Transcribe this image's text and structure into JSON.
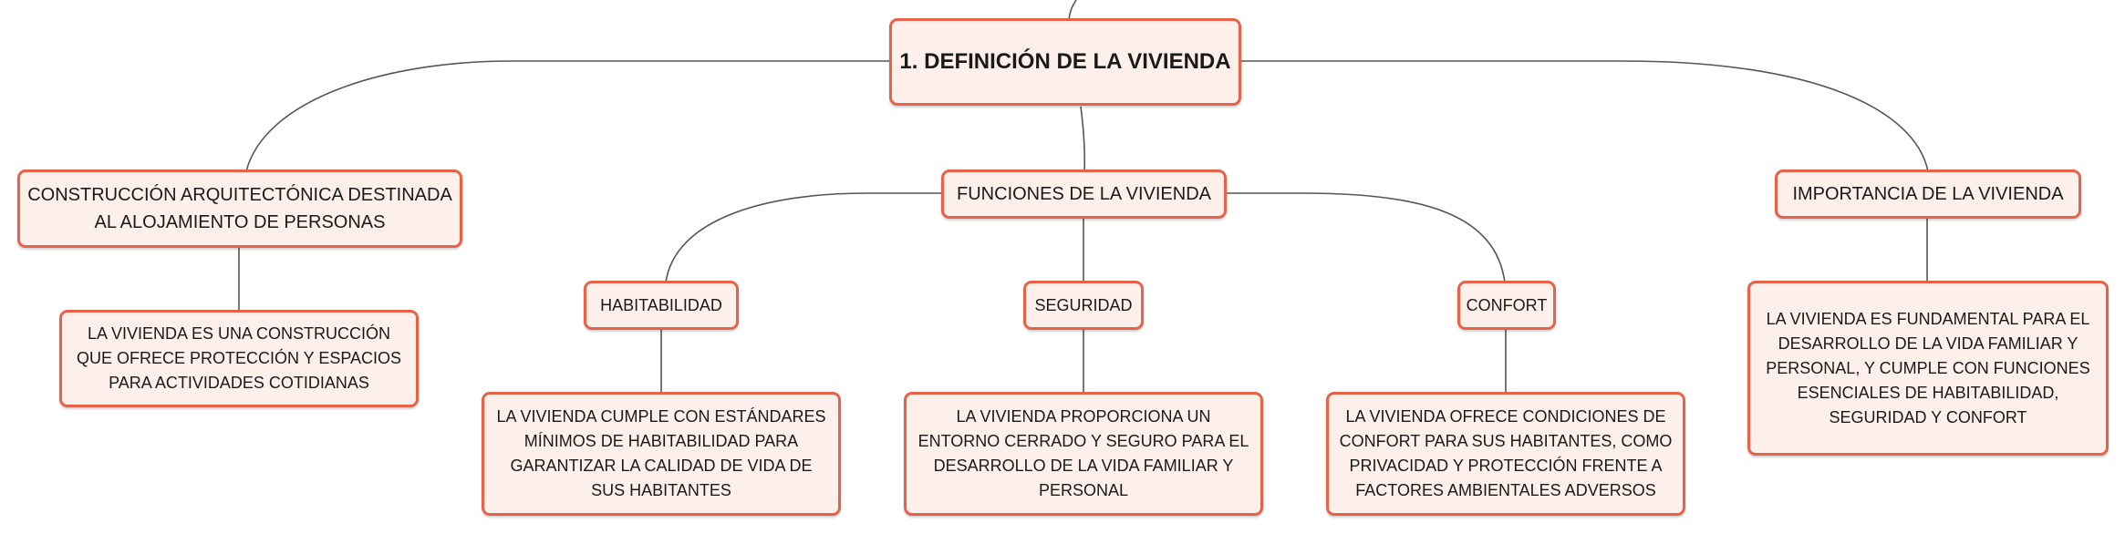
{
  "colors": {
    "border": "#e8624a",
    "fill": "#fdf0ea",
    "line": "#555555"
  },
  "root": {
    "label": "1. DEFINICIÓN DE LA VIVIENDA"
  },
  "branches": [
    {
      "label": "CONSTRUCCIÓN ARQUITECTÓNICA DESTINADA AL ALOJAMIENTO DE PERSONAS",
      "detail": "LA VIVIENDA ES UNA CONSTRUCCIÓN QUE OFRECE PROTECCIÓN Y ESPACIOS PARA ACTIVIDADES COTIDIANAS"
    },
    {
      "label": "FUNCIONES DE LA VIVIENDA",
      "children": [
        {
          "label": "HABITABILIDAD",
          "detail": "LA VIVIENDA CUMPLE CON ESTÁNDARES MÍNIMOS DE HABITABILIDAD PARA GARANTIZAR LA CALIDAD DE VIDA DE SUS HABITANTES"
        },
        {
          "label": "SEGURIDAD",
          "detail": "LA VIVIENDA PROPORCIONA UN ENTORNO CERRADO Y SEGURO PARA EL DESARROLLO DE LA VIDA FAMILIAR Y PERSONAL"
        },
        {
          "label": "CONFORT",
          "detail": "LA VIVIENDA OFRECE CONDICIONES DE CONFORT PARA SUS HABITANTES, COMO PRIVACIDAD Y PROTECCIÓN FRENTE A FACTORES AMBIENTALES ADVERSOS"
        }
      ]
    },
    {
      "label": "IMPORTANCIA DE LA VIVIENDA",
      "detail": "LA VIVIENDA ES FUNDAMENTAL PARA EL DESARROLLO DE LA VIDA FAMILIAR Y PERSONAL, Y CUMPLE CON FUNCIONES ESENCIALES DE HABITABILIDAD, SEGURIDAD Y CONFORT"
    }
  ]
}
